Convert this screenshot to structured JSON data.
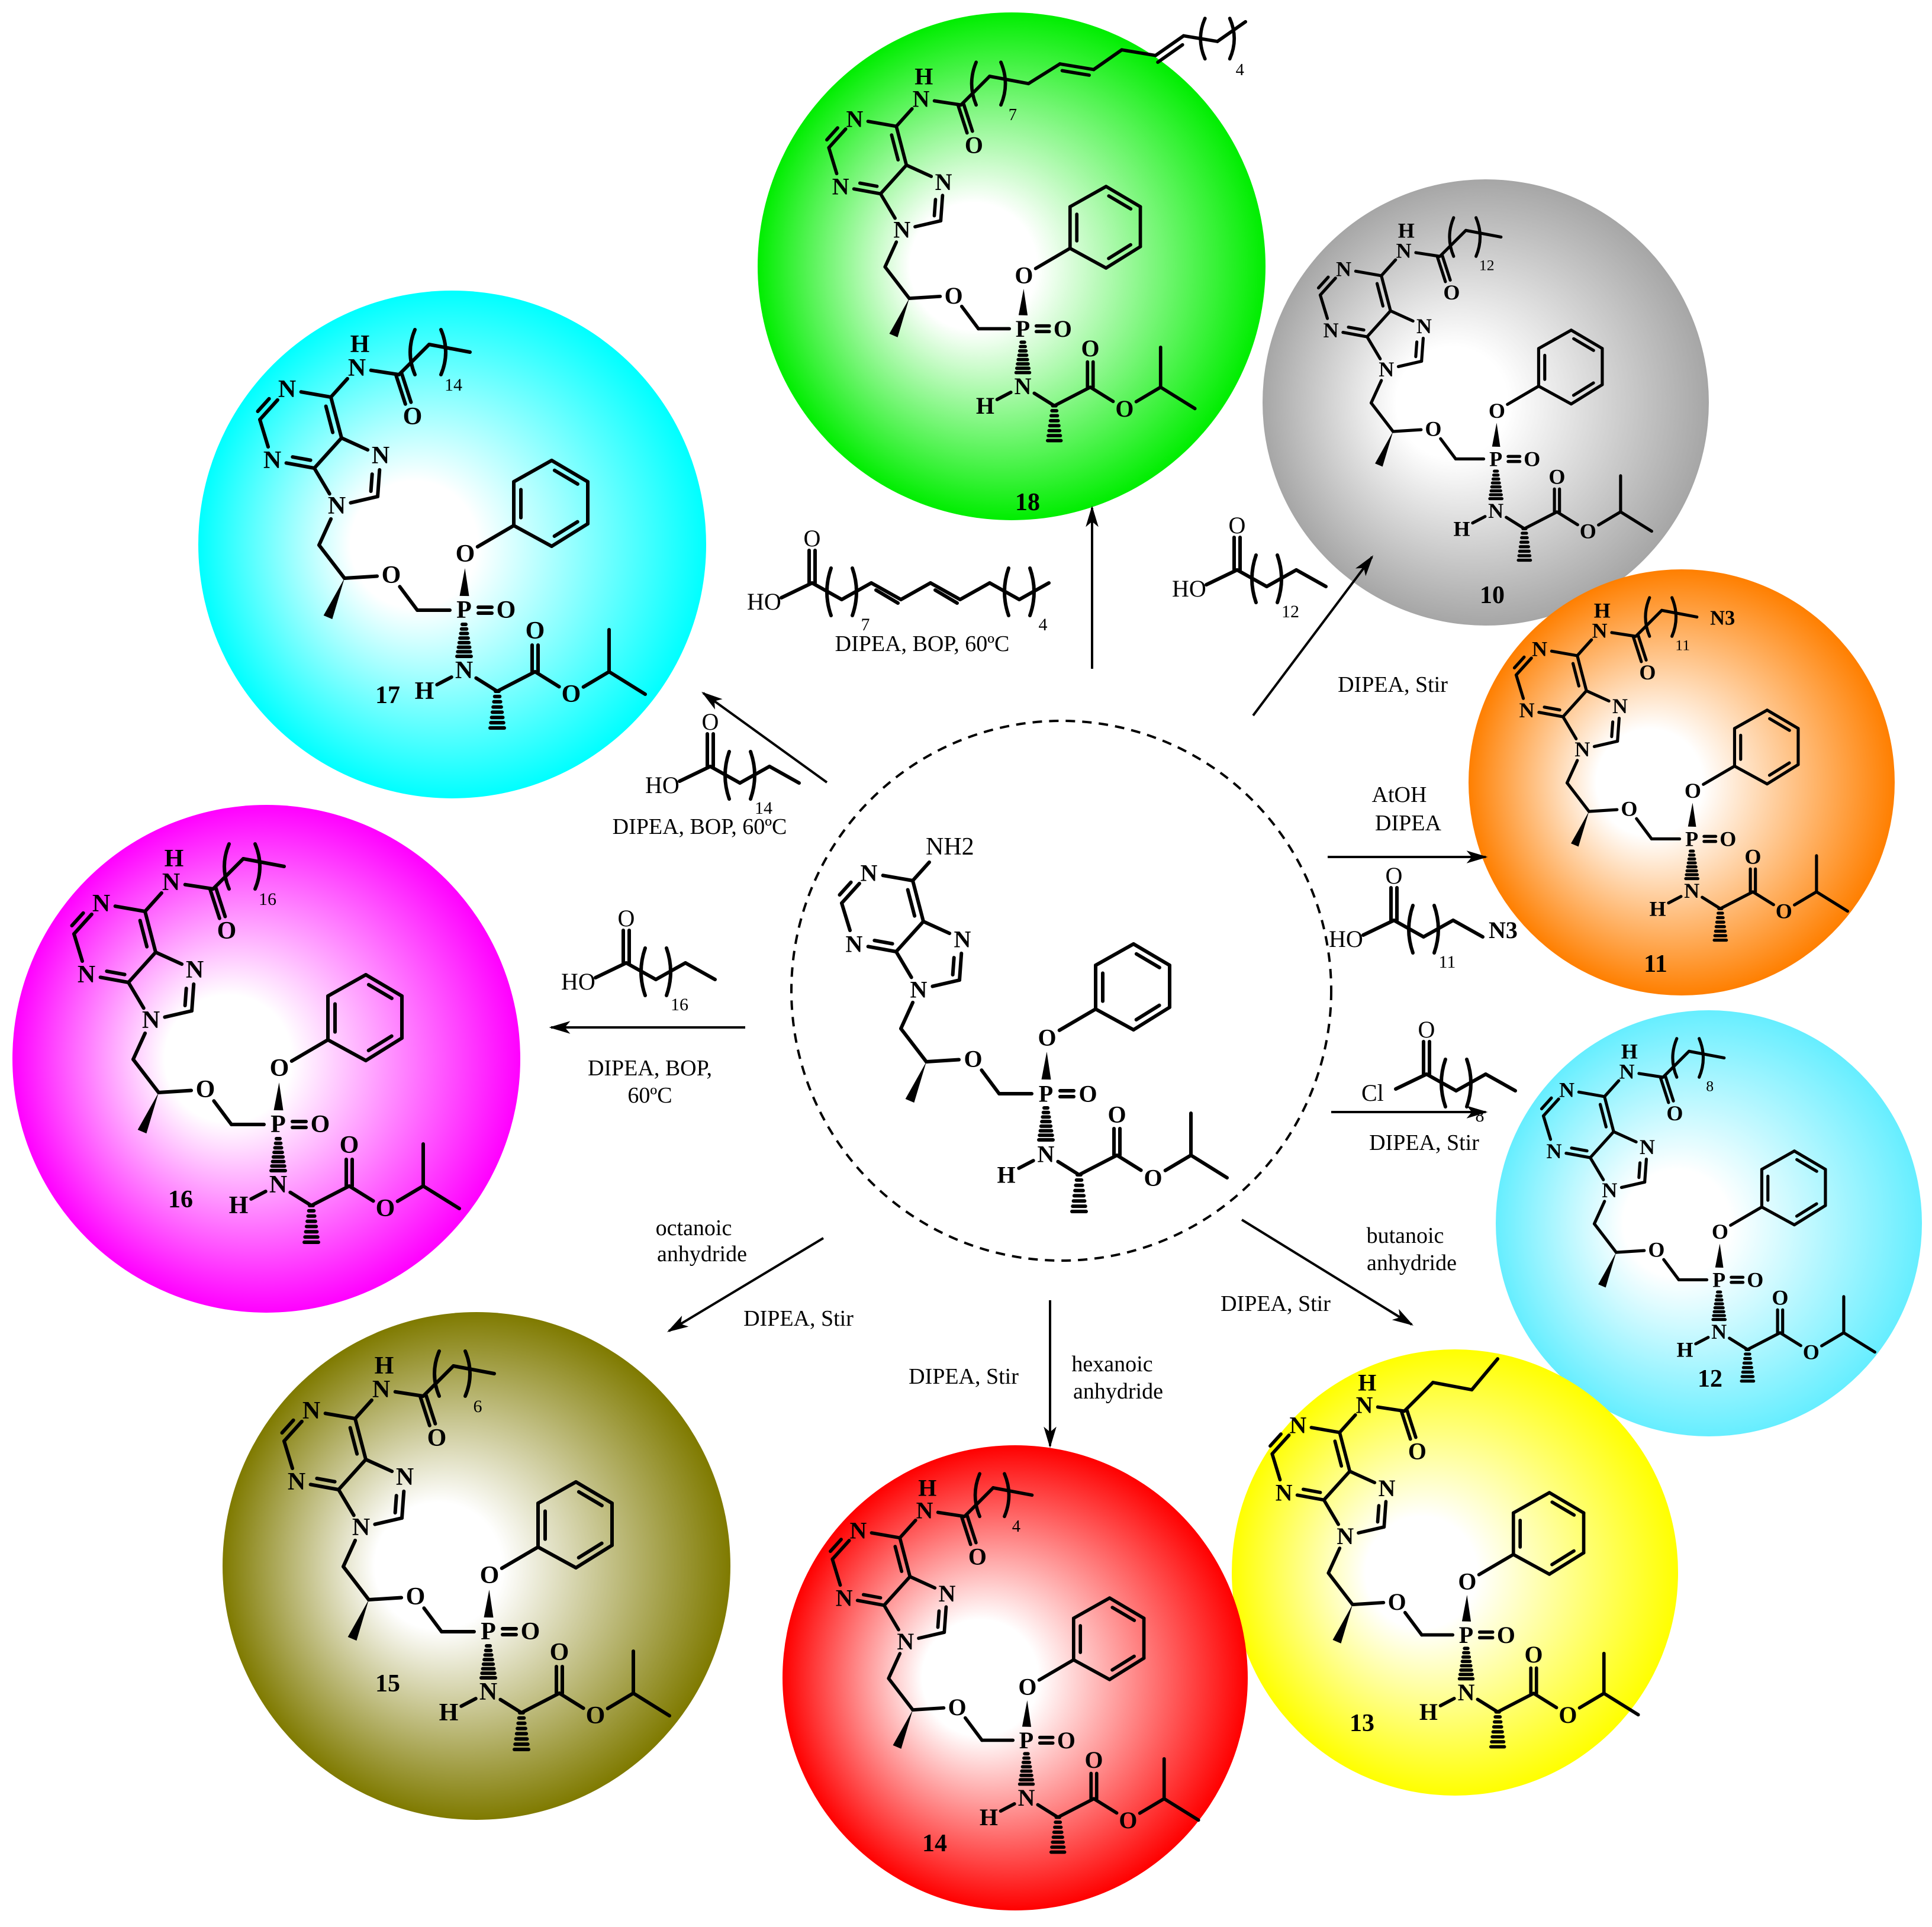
{
  "atom_labels": {
    "N": "N",
    "O": "O",
    "P": "P",
    "H": "H"
  },
  "start_material": {
    "amino_label": "NH2"
  },
  "compounds": [
    {
      "id": "18",
      "color": "#00ee00",
      "chain_subscripts": [
        "7",
        "4"
      ]
    },
    {
      "id": "10",
      "color": "#a6a6a6",
      "chain_subscripts": [
        "12"
      ]
    },
    {
      "id": "11",
      "color": "#ff7f00",
      "chain_subscripts": [
        "11"
      ],
      "chain_tail": "N3"
    },
    {
      "id": "12",
      "color": "#66eeff",
      "chain_subscripts": [
        "8"
      ]
    },
    {
      "id": "13",
      "color": "#ffff00",
      "chain_subscripts": []
    },
    {
      "id": "14",
      "color": "#ff0000",
      "chain_subscripts": [
        "4"
      ]
    },
    {
      "id": "15",
      "color": "#7f7a00",
      "chain_subscripts": [
        "6"
      ]
    },
    {
      "id": "16",
      "color": "#ff00ff",
      "chain_subscripts": [
        "16"
      ]
    },
    {
      "id": "17",
      "color": "#00ffff",
      "chain_subscripts": [
        "14"
      ]
    }
  ],
  "reactions": [
    {
      "to": "18",
      "reagent": {
        "head": "HO",
        "carbonyl_o": "O",
        "subscripts": [
          "7",
          "4"
        ]
      },
      "conditions": [
        "DIPEA, BOP, 60ºC"
      ]
    },
    {
      "to": "10",
      "reagent": {
        "head": "HO",
        "carbonyl_o": "O",
        "subscripts": [
          "12"
        ]
      },
      "conditions": [
        "DIPEA, Stir"
      ]
    },
    {
      "to": "11",
      "reagent": {
        "head": "HO",
        "carbonyl_o": "O",
        "subscripts": [
          "11"
        ],
        "tail": "N3"
      },
      "conditions": [
        "AtOH",
        "DIPEA"
      ]
    },
    {
      "to": "12",
      "reagent": {
        "head": "Cl",
        "carbonyl_o": "O",
        "subscripts": [
          "8"
        ]
      },
      "conditions": [
        "DIPEA, Stir"
      ]
    },
    {
      "to": "13",
      "conditions": [
        "butanoic",
        "anhydride",
        "DIPEA, Stir"
      ]
    },
    {
      "to": "14",
      "conditions": [
        "DIPEA, Stir",
        "hexanoic",
        "anhydride"
      ]
    },
    {
      "to": "15",
      "conditions": [
        "octanoic",
        "anhydride",
        "DIPEA, Stir"
      ]
    },
    {
      "to": "16",
      "reagent": {
        "head": "HO",
        "carbonyl_o": "O",
        "subscripts": [
          "16"
        ]
      },
      "conditions": [
        "DIPEA, BOP,",
        "60ºC"
      ]
    },
    {
      "to": "17",
      "reagent": {
        "head": "HO",
        "carbonyl_o": "O",
        "subscripts": [
          "14"
        ]
      },
      "conditions": [
        "DIPEA, BOP, 60ºC"
      ]
    }
  ]
}
